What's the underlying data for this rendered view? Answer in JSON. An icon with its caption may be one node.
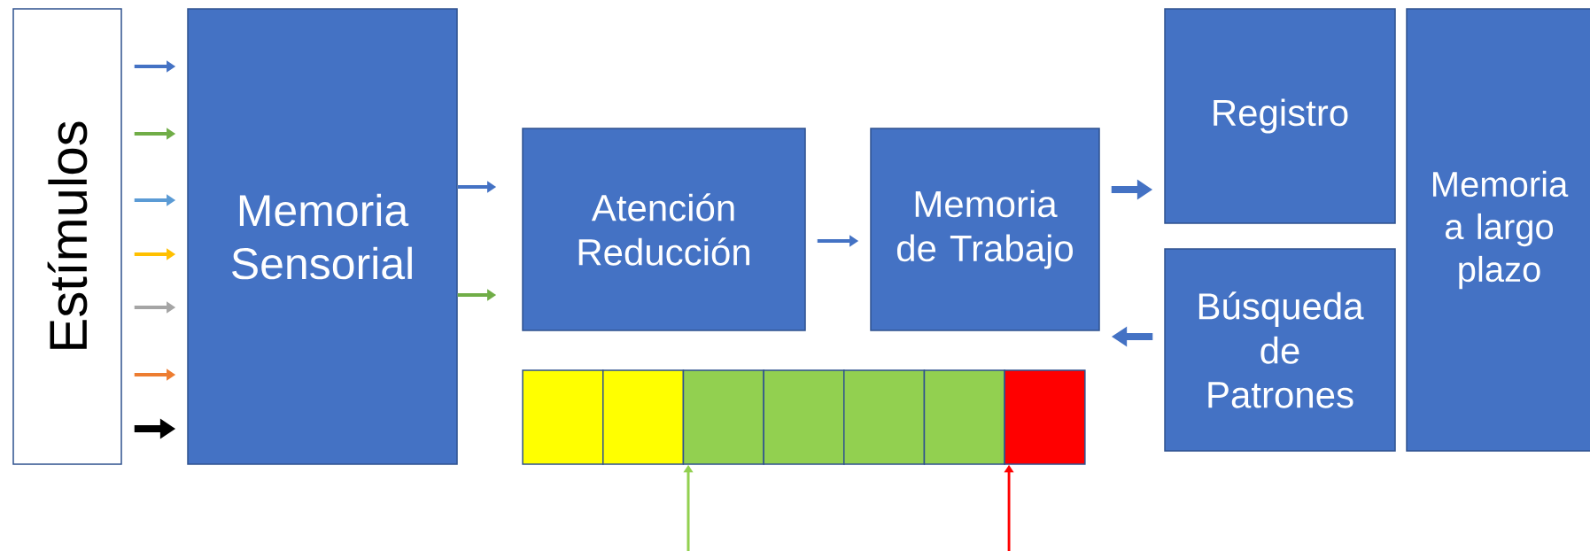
{
  "diagram": {
    "nodes": [
      {
        "text": [
          "Estímulos"
        ]
      },
      {
        "text": [
          "Memoria Sensorial"
        ]
      },
      {
        "text": [
          "Atención Reducción"
        ]
      },
      {
        "text": [
          "Memoria de Trabajo"
        ]
      },
      {
        "text": [
          "Registro"
        ]
      },
      {
        "text": [
          "Búsqueda de Patrones"
        ]
      },
      {
        "text": [
          "Memoria a largo plazo"
        ]
      },
      {
        "text": [],
        "shape": "box"
      },
      {
        "text": [],
        "shape": "box"
      },
      {
        "text": [],
        "shape": "box"
      },
      {
        "text": [],
        "shape": "box"
      },
      {
        "text": [],
        "shape": "box"
      },
      {
        "text": [],
        "shape": "box"
      },
      {
        "text": [],
        "shape": "box"
      }
    ],
    "edges": [
      {
        "from": 0,
        "to": 1,
        "arrow": "to"
      },
      {
        "from": 0,
        "to": 1,
        "arrow": "to",
        "color": "#70ad47"
      },
      {
        "from": 0,
        "to": 1,
        "arrow": "to",
        "color": "#5b9bd5"
      },
      {
        "from": 0,
        "to": 1,
        "arrow": "to",
        "color": "#ffc000"
      },
      {
        "from": 0,
        "to": 1,
        "arrow": "to",
        "color": "#a5a5a5"
      },
      {
        "from": 0,
        "to": 1,
        "arrow": "to",
        "color": "#ed7d31"
      },
      {
        "from": 0,
        "to": 1,
        "arrow": "to",
        "color": "#000000",
        "style": "thick"
      },
      {
        "from": 1,
        "to": 2,
        "arrow": "to"
      },
      {
        "from": 1,
        "to": 2,
        "arrow": "to",
        "color": "#70ad47"
      },
      {
        "from": 2,
        "to": 3,
        "arrow": "to"
      },
      {
        "from": 3,
        "to": 4,
        "arrow": "to",
        "style": "thick"
      },
      {
        "from": 5,
        "to": 3,
        "arrow": "to",
        "style": "thick"
      },
      {
        "from": null,
        "to": 9,
        "arrow": "to",
        "color": "#92d050"
      },
      {
        "from": null,
        "to": 13,
        "arrow": "to",
        "color": "#ff0000"
      }
    ]
  }
}
